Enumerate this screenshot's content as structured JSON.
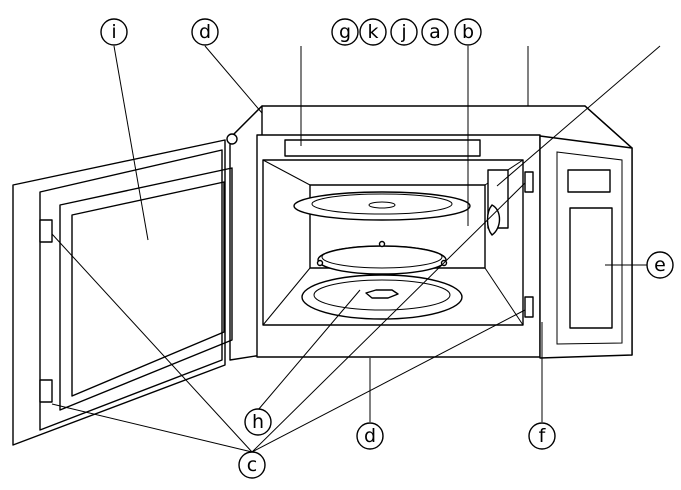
{
  "callouts": {
    "i": "i",
    "d_top": "d",
    "g": "g",
    "k": "k",
    "j": "j",
    "a": "a",
    "b": "b",
    "e": "e",
    "h": "h",
    "d_bottom": "d",
    "f": "f",
    "c": "c"
  },
  "colors": {
    "line": "#000000",
    "background": "#ffffff"
  }
}
